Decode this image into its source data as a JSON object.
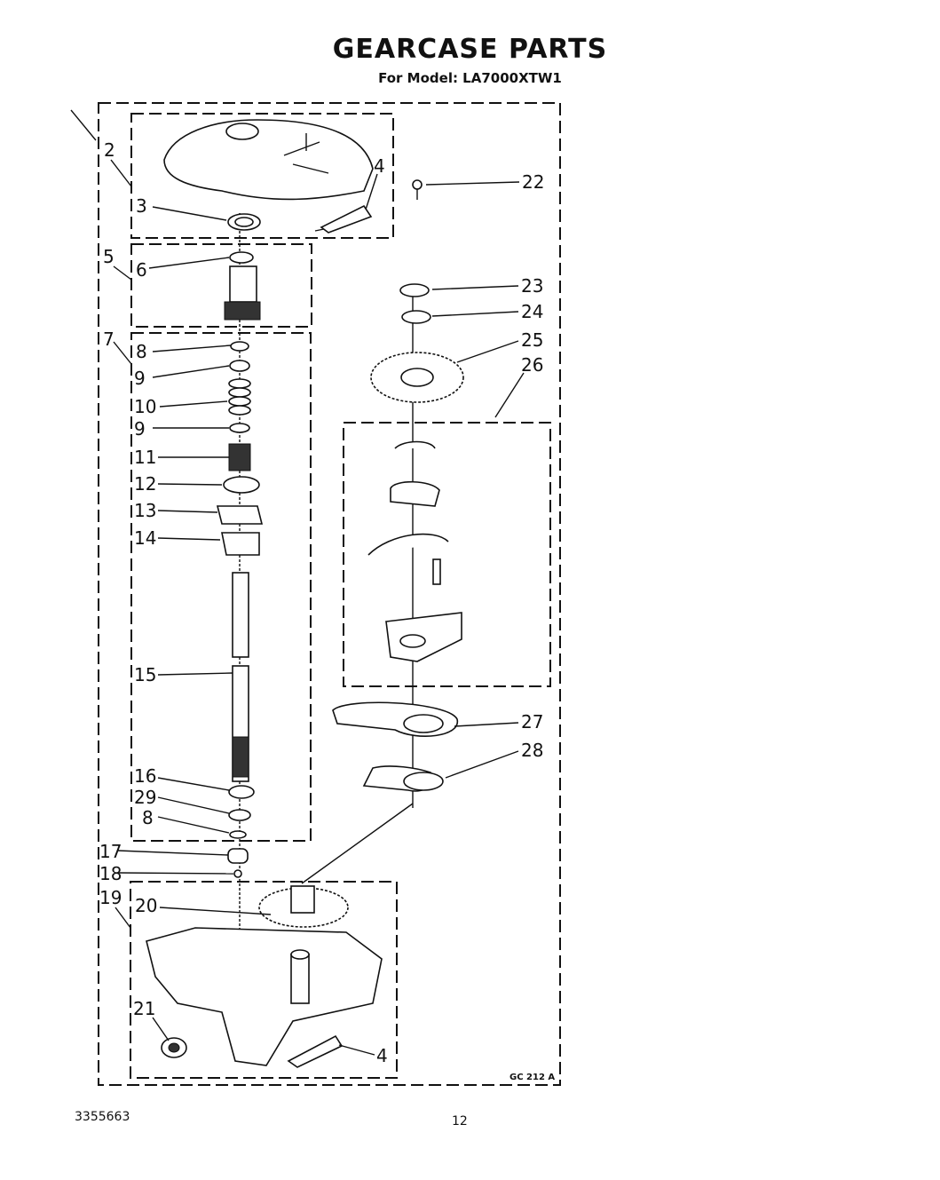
{
  "header": {
    "title": "GEARCASE PARTS",
    "subtitle": "For Model: LA7000XTW1"
  },
  "diagram": {
    "code": "GC 212 A",
    "callouts": {
      "c1": "2",
      "c2": "3",
      "c3": "4",
      "c4": "22",
      "c5": "5",
      "c6": "6",
      "c7": "7",
      "c8": "8",
      "c9": "9",
      "c10": "10",
      "c11": "9",
      "c12": "11",
      "c13": "12",
      "c14": "13",
      "c15": "14",
      "c16": "15",
      "c17": "16",
      "c18": "29",
      "c19": "8",
      "c20": "17",
      "c21": "18",
      "c22": "19",
      "c23": "20",
      "c24": "21",
      "c25": "4",
      "c26": "23",
      "c27": "24",
      "c28": "25",
      "c29": "26",
      "c30": "27",
      "c31": "28"
    }
  },
  "footer": {
    "doc_number": "3355663",
    "page_number": "12"
  }
}
